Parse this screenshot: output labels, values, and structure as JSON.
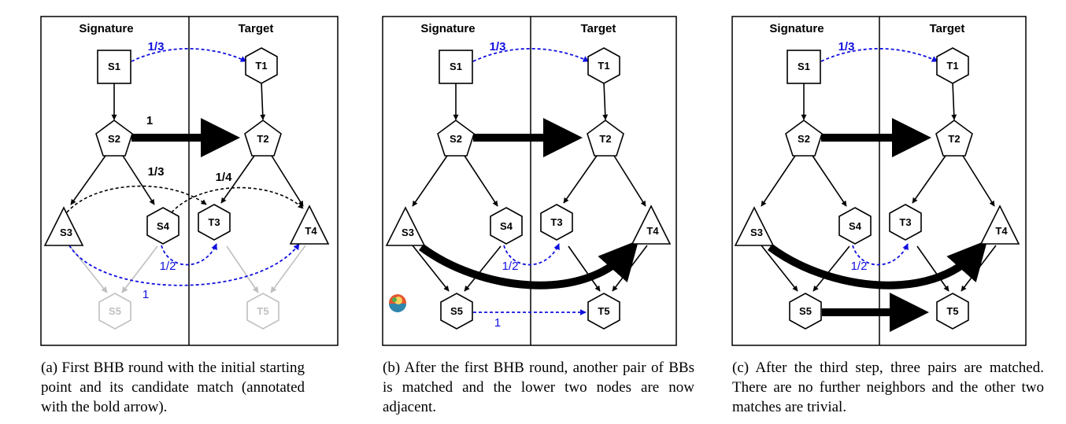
{
  "panels": [
    {
      "header_left": "Signature",
      "header_right": "Target",
      "nodes": {
        "S1": "S1",
        "T1": "T1",
        "S2": "S2",
        "T2": "T2",
        "S3": "S3",
        "S4": "S4",
        "T3": "T3",
        "T4": "T4",
        "S5": "S5",
        "T5": "T5"
      },
      "labels": {
        "s1t1": "1/3",
        "s2t2": "1",
        "s3t3": "1/3",
        "s4t4": "1/4",
        "s4t3": "1/2",
        "s3t4": "1"
      }
    },
    {
      "header_left": "Signature",
      "header_right": "Target",
      "nodes": {
        "S1": "S1",
        "T1": "T1",
        "S2": "S2",
        "T2": "T2",
        "S3": "S3",
        "S4": "S4",
        "T3": "T3",
        "T4": "T4",
        "S5": "S5",
        "T5": "T5"
      },
      "labels": {
        "s1t1": "1/3",
        "s4t3": "1/2",
        "s5t5": "1"
      }
    },
    {
      "header_left": "Signature",
      "header_right": "Target",
      "nodes": {
        "S1": "S1",
        "T1": "T1",
        "S2": "S2",
        "T2": "T2",
        "S3": "S3",
        "S4": "S4",
        "T3": "T3",
        "T4": "T4",
        "S5": "S5",
        "T5": "T5"
      },
      "labels": {
        "s1t1": "1/3",
        "s4t3": "1/2"
      }
    }
  ],
  "captions": [
    "(a) First BHB round with the initial starting point and its candidate match (annotated with the bold arrow).",
    "(b) After the first BHB round, another pair of BBs is matched and the lower two nodes are now adjacent.",
    "(c) After the third step, three pairs are matched. There are no further neighbors and the other two matches are trivial."
  ],
  "colors": {
    "blue_edge": "#1010e0",
    "gray_node": "#c0c0c0",
    "black": "#000000"
  }
}
